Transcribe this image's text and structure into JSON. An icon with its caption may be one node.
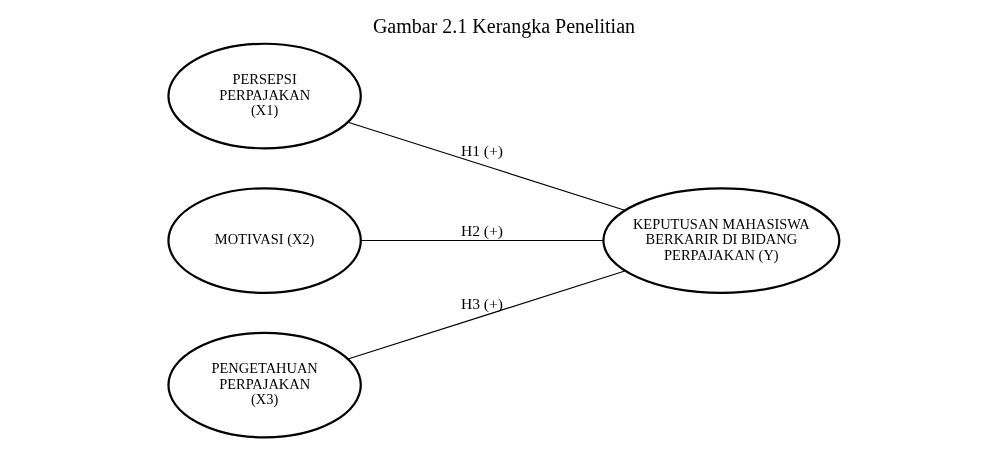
{
  "diagram": {
    "title": "Gambar 2.1 Kerangka Penelitian",
    "nodes": [
      {
        "text": [
          "PERSEPSI PERPAJAKAN (X1)"
        ]
      },
      {
        "text": [
          "MOTIVASI (X2)"
        ]
      },
      {
        "text": [
          "PENGETAHUAN PERPAJAKAN (X3)"
        ]
      },
      {
        "text": [
          "KEPUTUSAN MAHASISWA BERKARIR DI BIDANG PERPAJAKAN (Y)"
        ]
      }
    ],
    "edges": [
      {
        "from": 0,
        "to": 3,
        "arrow": "none",
        "label": "H1 (+)"
      },
      {
        "from": 1,
        "to": 3,
        "arrow": "none",
        "label": "H2 (+)"
      },
      {
        "from": 2,
        "to": 3,
        "arrow": "none",
        "label": "H3 (+)"
      }
    ]
  }
}
